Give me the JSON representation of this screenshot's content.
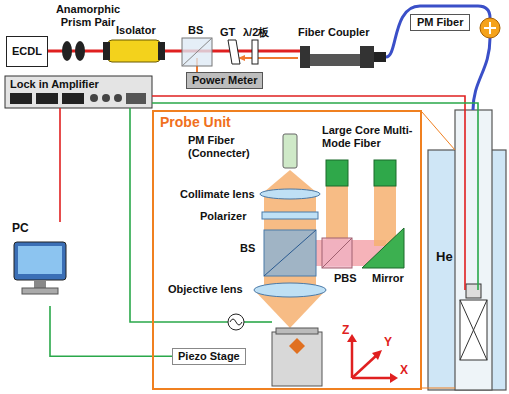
{
  "diagram": {
    "nodes": [
      {
        "text": [
          "ECDL"
        ]
      },
      {
        "text": [
          "Power Meter"
        ]
      },
      {
        "text": [
          "PM Fiber"
        ]
      },
      {
        "text": [
          "Lock in Amplifier"
        ]
      },
      {
        "text": [
          "PC"
        ]
      },
      {
        "text": [
          "Probe Unit"
        ]
      },
      {
        "text": [
          "Piezo Stage"
        ],
        "in": 5
      }
    ],
    "edges": [
      {
        "from": 3,
        "to": 4,
        "arrow": "none"
      },
      {
        "from": 4,
        "to": 6,
        "arrow": "none"
      }
    ],
    "labels": [
      "Anamorphic Prism Pair",
      "Isolator",
      "BS",
      "GT",
      "λ/2板",
      "Fiber Coupler",
      "PM Fiber (Connecter)",
      "Large Core Multi-Mode Fiber",
      "Collimate lens",
      "Polarizer",
      "BS",
      "Objective lens",
      "PBS",
      "Mirror",
      "He",
      "Z",
      "Y",
      "X"
    ]
  }
}
